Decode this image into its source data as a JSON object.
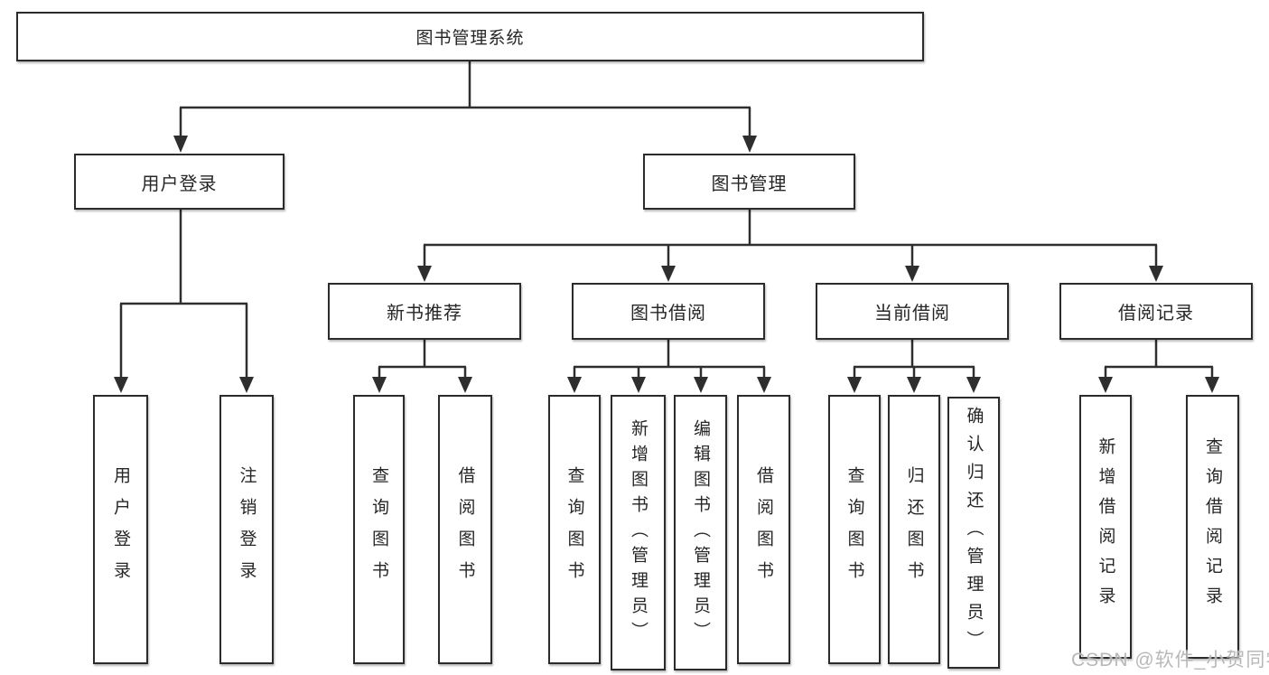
{
  "diagram": {
    "watermark": "CSDN @软件_小贺同学",
    "colors": {
      "line": "#2e2e2e",
      "box_border": "#2b2b2b",
      "text": "#262626",
      "background": "#ffffff",
      "watermark": "#b2b2b2"
    },
    "nodes": {
      "root": {
        "label": "图书管理系统"
      },
      "user_login": {
        "label": "用户登录"
      },
      "book_mgmt": {
        "label": "图书管理"
      },
      "new_book_rec": {
        "label": "新书推荐"
      },
      "book_borrow": {
        "label": "图书借阅"
      },
      "current_borrow": {
        "label": "当前借阅"
      },
      "borrow_records": {
        "label": "借阅记录"
      },
      "leaf_user_login": {
        "label": "用户登录"
      },
      "leaf_logout": {
        "label": "注销登录"
      },
      "leaf_query_book_1": {
        "label": "查询图书"
      },
      "leaf_borrow_book_1": {
        "label": "借阅图书"
      },
      "leaf_query_book_2": {
        "label": "查询图书"
      },
      "leaf_add_book": {
        "label": "新增图书（管理员）"
      },
      "leaf_edit_book": {
        "label": "编辑图书（管理员）"
      },
      "leaf_borrow_book_2": {
        "label": "借阅图书"
      },
      "leaf_query_book_3": {
        "label": "查询图书"
      },
      "leaf_return_book": {
        "label": "归还图书"
      },
      "leaf_confirm_return": {
        "label": "确认归还（管理员）"
      },
      "leaf_add_record": {
        "label": "新增借阅记录"
      },
      "leaf_query_record": {
        "label": "查询借阅记录"
      }
    }
  }
}
